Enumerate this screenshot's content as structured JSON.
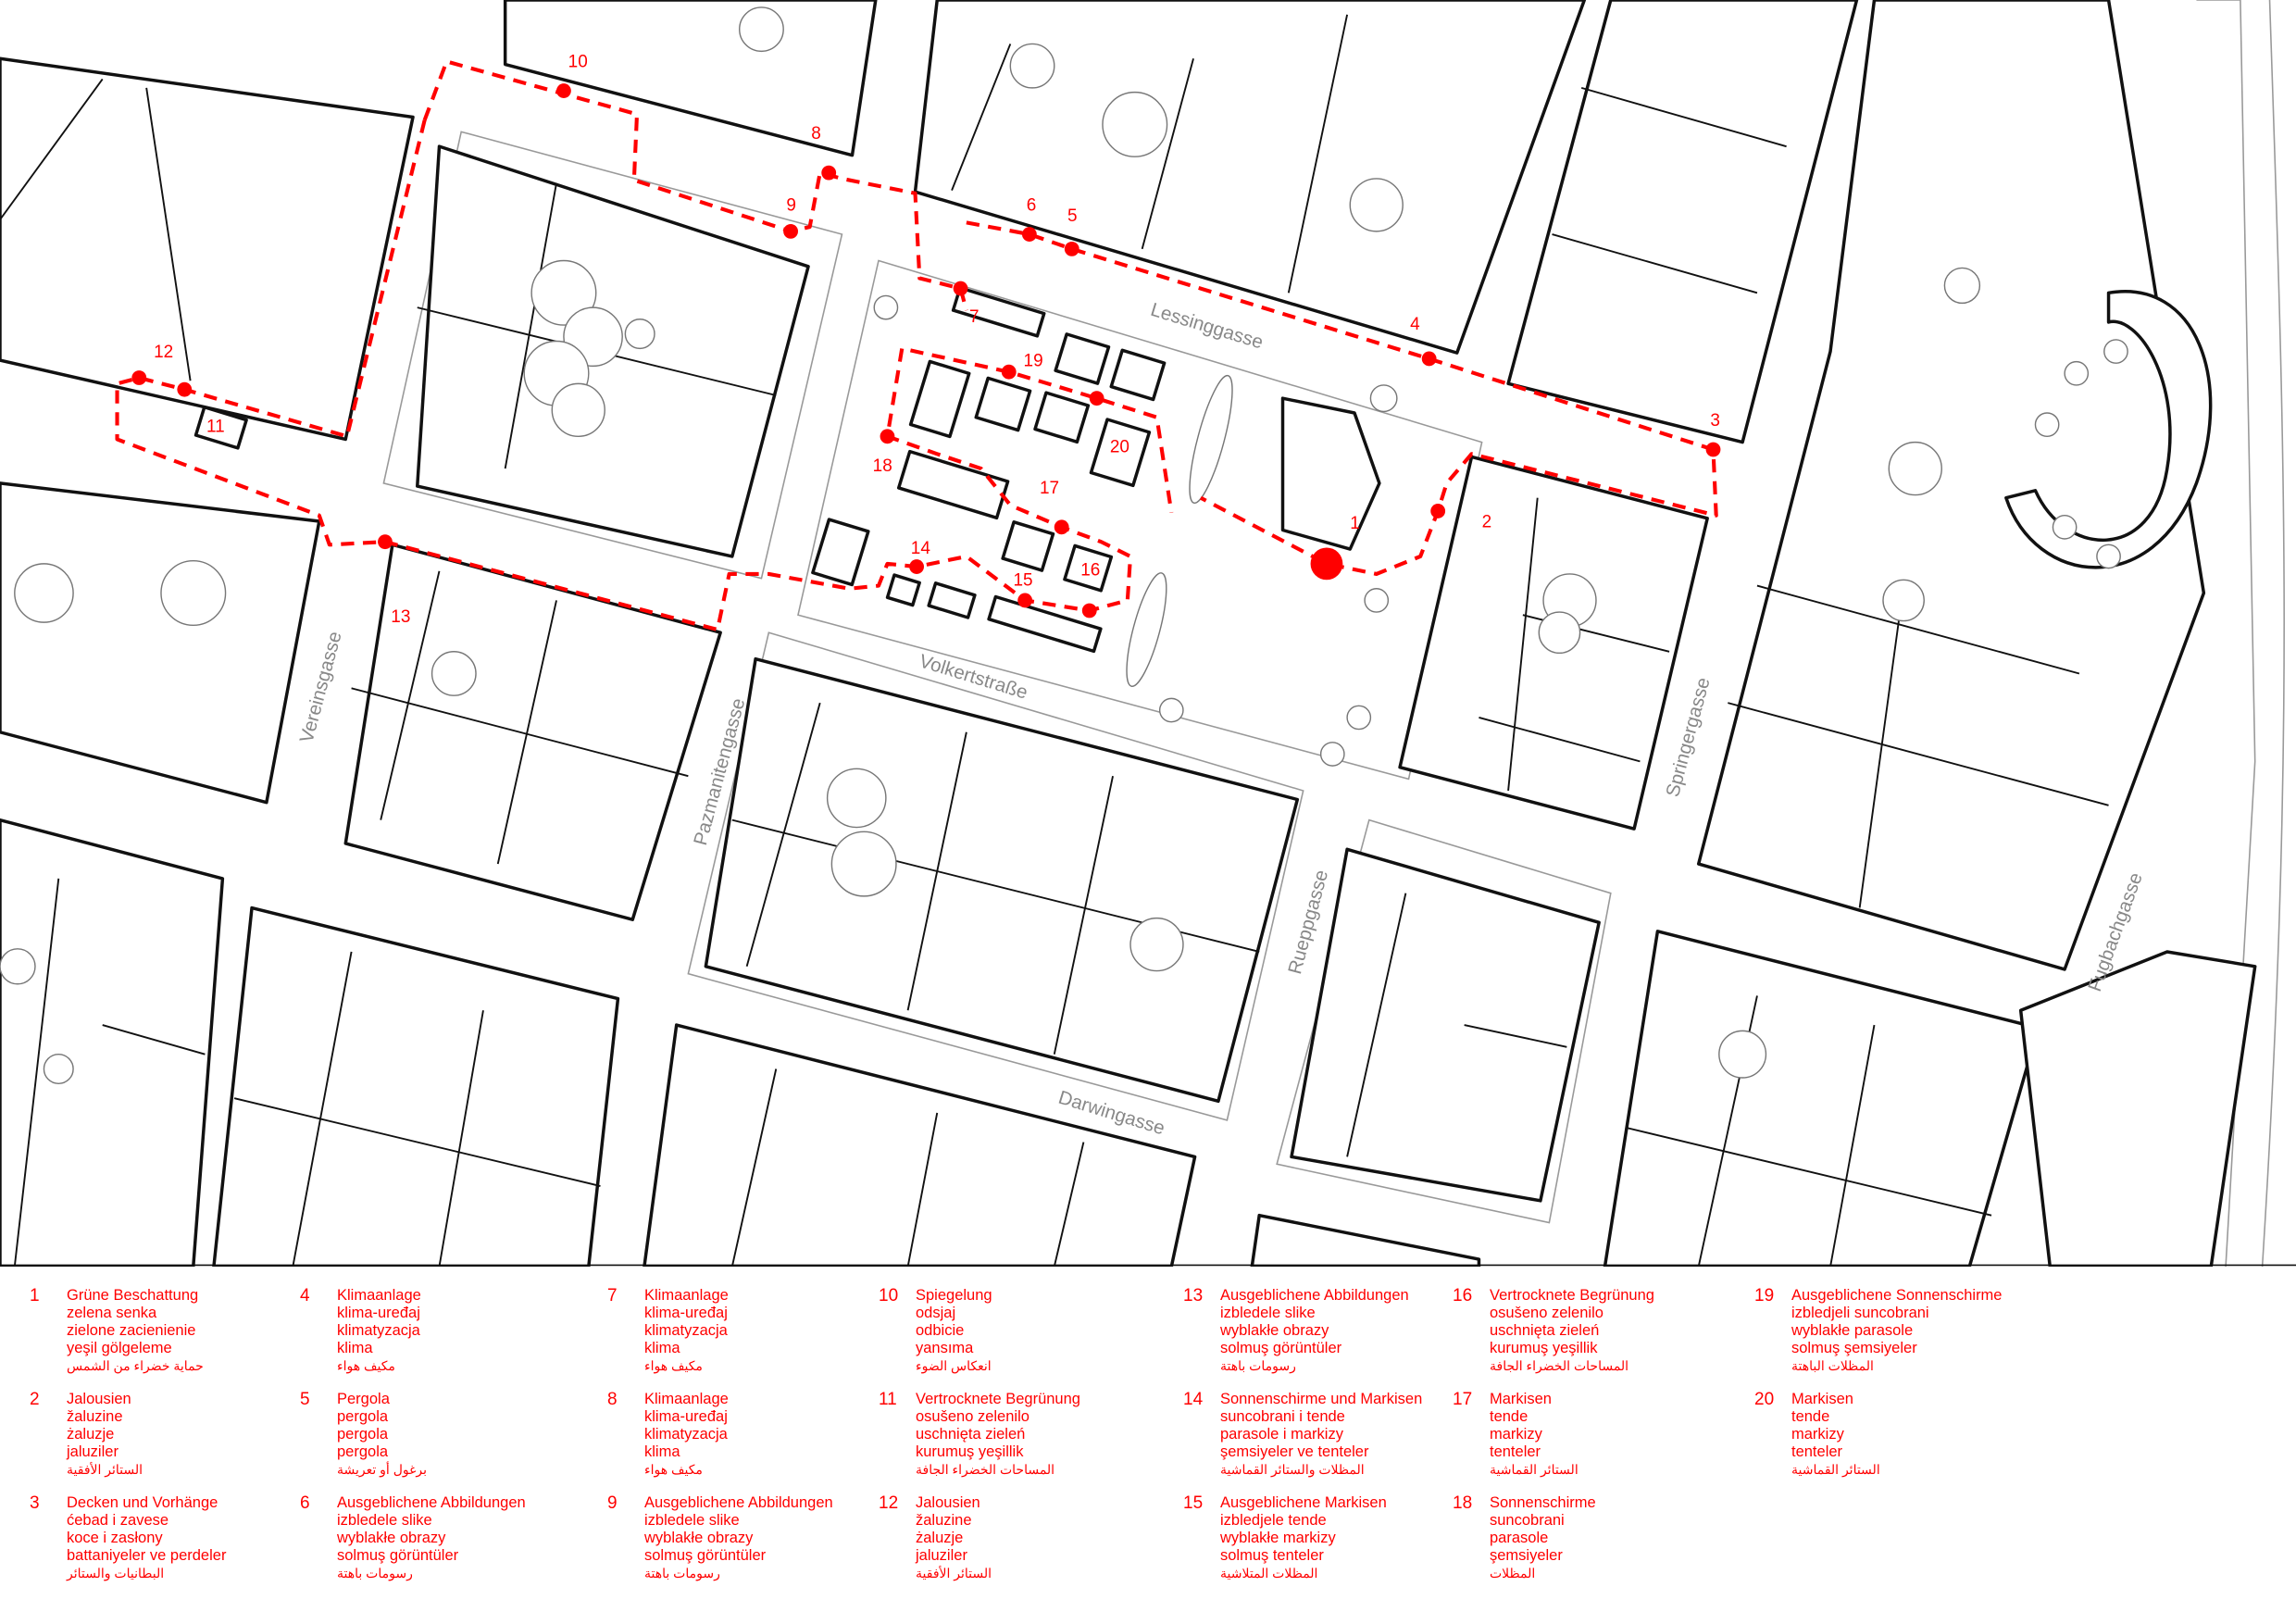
{
  "colors": {
    "accent": "#ff0000",
    "buildings": "#111111",
    "streets": "#888888"
  },
  "map": {
    "streets": {
      "lessinggasse": "Lessinggasse",
      "volkertstrasse": "Volkertstraße",
      "vereinsgasse": "Vereinsgasse",
      "pazmanitengasse": "Pazmanitengasse",
      "springergasse": "Springergasse",
      "rueppgasse": "Rueppgasse",
      "darwingasse": "Darwingasse",
      "fugbachgasse": "Fugbachgasse"
    },
    "markers": [
      {
        "label": "1"
      },
      {
        "label": "2"
      },
      {
        "label": "3"
      },
      {
        "label": "4"
      },
      {
        "label": "5"
      },
      {
        "label": "6"
      },
      {
        "label": "7"
      },
      {
        "label": "8"
      },
      {
        "label": "9"
      },
      {
        "label": "10"
      },
      {
        "label": "11"
      },
      {
        "label": "12"
      },
      {
        "label": "13"
      },
      {
        "label": "14"
      },
      {
        "label": "15"
      },
      {
        "label": "16"
      },
      {
        "label": "17"
      },
      {
        "label": "18"
      },
      {
        "label": "19"
      },
      {
        "label": "20"
      }
    ]
  },
  "legend": [
    {
      "num": "1",
      "lines": [
        "Grüne Beschattung",
        "zelena senka",
        "zielone zacienienie",
        "yeşil gölgeleme",
        "حماية خضراء من الشمس"
      ]
    },
    {
      "num": "2",
      "lines": [
        "Jalousien",
        "žaluzine",
        "żaluzje",
        "jaluziler",
        "الستائر الأفقية"
      ]
    },
    {
      "num": "3",
      "lines": [
        "Decken und Vorhänge",
        "ćebad i zavese",
        "koce i zasłony",
        "battaniyeler ve perdeler",
        "البطانيات والستائر"
      ]
    },
    {
      "num": "4",
      "lines": [
        "Klimaanlage",
        "klima-uređaj",
        "klimatyzacja",
        "klima",
        "مكيف هواء"
      ]
    },
    {
      "num": "5",
      "lines": [
        "Pergola",
        "pergola",
        "pergola",
        "pergola",
        "برغول أو تعريشة"
      ]
    },
    {
      "num": "6",
      "lines": [
        "Ausgeblichene Abbildungen",
        "izbledele slike",
        "wyblakłe obrazy",
        "solmuş görüntüler",
        "رسومات باهتة"
      ]
    },
    {
      "num": "7",
      "lines": [
        "Klimaanlage",
        "klima-uređaj",
        "klimatyzacja",
        "klima",
        "مكيف هواء"
      ]
    },
    {
      "num": "8",
      "lines": [
        "Klimaanlage",
        "klima-uređaj",
        "klimatyzacja",
        "klima",
        "مكيف هواء"
      ]
    },
    {
      "num": "9",
      "lines": [
        "Ausgeblichene Abbildungen",
        "izbledele slike",
        "wyblakłe obrazy",
        "solmuş görüntüler",
        "رسومات باهتة"
      ]
    },
    {
      "num": "10",
      "lines": [
        "Spiegelung",
        "odsjaj",
        "odbicie",
        "yansıma",
        "انعكاس الضوء"
      ]
    },
    {
      "num": "11",
      "lines": [
        "Vertrocknete Begrünung",
        "osušeno zelenilo",
        "uschnięta zieleń",
        "kurumuş yeşillik",
        "المساحات الخضراء الجافة"
      ]
    },
    {
      "num": "12",
      "lines": [
        "Jalousien",
        "žaluzine",
        "żaluzje",
        "jaluziler",
        "الستائر الأفقية"
      ]
    },
    {
      "num": "13",
      "lines": [
        "Ausgeblichene Abbildungen",
        "izbledele slike",
        "wyblakłe obrazy",
        "solmuş görüntüler",
        "رسومات باهتة"
      ]
    },
    {
      "num": "14",
      "lines": [
        "Sonnenschirme und Markisen",
        "suncobrani i tende",
        "parasole i markizy",
        "şemsiyeler ve tenteler",
        "المظلات والستائر القماشية"
      ]
    },
    {
      "num": "15",
      "lines": [
        "Ausgeblichene Markisen",
        "izbledjele tende",
        "wyblakłe markizy",
        "solmuş tenteler",
        "المظلات المتلاشية"
      ]
    },
    {
      "num": "16",
      "lines": [
        "Vertrocknete Begrünung",
        "osušeno zelenilo",
        "uschnięta zieleń",
        "kurumuş yeşillik",
        "المساحات الخضراء الجافة"
      ]
    },
    {
      "num": "17",
      "lines": [
        "Markisen",
        "tende",
        "markizy",
        "tenteler",
        "الستائر القماشية"
      ]
    },
    {
      "num": "18",
      "lines": [
        "Sonnenschirme",
        "suncobrani",
        "parasole",
        "şemsiyeler",
        "المظلات"
      ]
    },
    {
      "num": "19",
      "lines": [
        "Ausgeblichene Sonnenschirme",
        "izbledjeli suncobrani",
        "wyblakłe parasole",
        "solmuş şemsiyeler",
        "المظلات الباهتة"
      ]
    },
    {
      "num": "20",
      "lines": [
        "Markisen",
        "tende",
        "markizy",
        "tenteler",
        "الستائر القماشية"
      ]
    }
  ]
}
